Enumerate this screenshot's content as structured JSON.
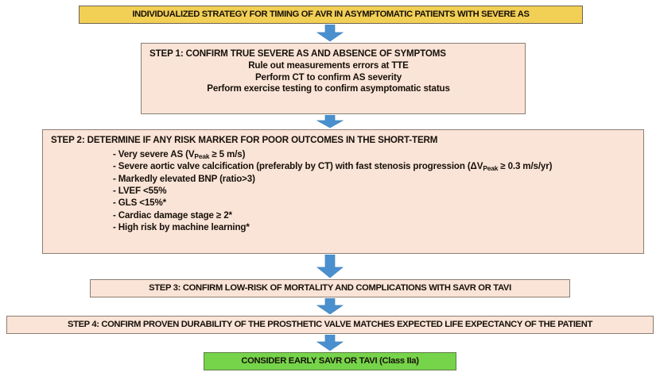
{
  "diagram": {
    "title_box": {
      "label": "INDIVIDUALIZED STRATEGY FOR TIMING OF AVR IN ASYMPTOMATIC PATIENTS WITH SEVERE AS",
      "color": "#f2cf55"
    },
    "step1": {
      "header": "STEP 1: CONFIRM TRUE SEVERE AS AND ABSENCE OF SYMPTOMS",
      "lines": [
        "Rule out measurements errors at TTE",
        "Perform CT to confirm AS severity",
        "Perform exercise testing to confirm asymptomatic status"
      ],
      "color": "#fae4d7"
    },
    "step2": {
      "header": "STEP 2: DETERMINE IF ANY RISK MARKER FOR POOR OUTCOMES IN THE SHORT-TERM",
      "bullets": [
        "- Very severe AS (VPeak ≥ 5 m/s)",
        "- Severe aortic valve calcification (preferably by CT) with fast stenosis progression (ΔVPeak ≥ 0.3 m/s/yr)",
        "- Markedly elevated BNP (ratio>3)",
        "- LVEF <55%",
        "- GLS <15%*",
        "- Cardiac damage stage ≥ 2*",
        "- High risk by machine learning*"
      ],
      "color": "#fae4d7"
    },
    "step3": {
      "label": "STEP 3: CONFIRM LOW-RISK OF MORTALITY AND COMPLICATIONS WITH SAVR OR TAVI",
      "color": "#fae4d7"
    },
    "step4": {
      "label": "STEP 4: CONFIRM PROVEN DURABILITY OF THE PROSTHETIC VALVE MATCHES EXPECTED LIFE EXPECTANCY OF THE PATIENT",
      "color": "#fae4d7"
    },
    "final": {
      "label": "CONSIDER EARLY SAVR OR TAVI (Class IIa)",
      "color": "#76d44a"
    },
    "arrow_color": "#4a90cf"
  }
}
